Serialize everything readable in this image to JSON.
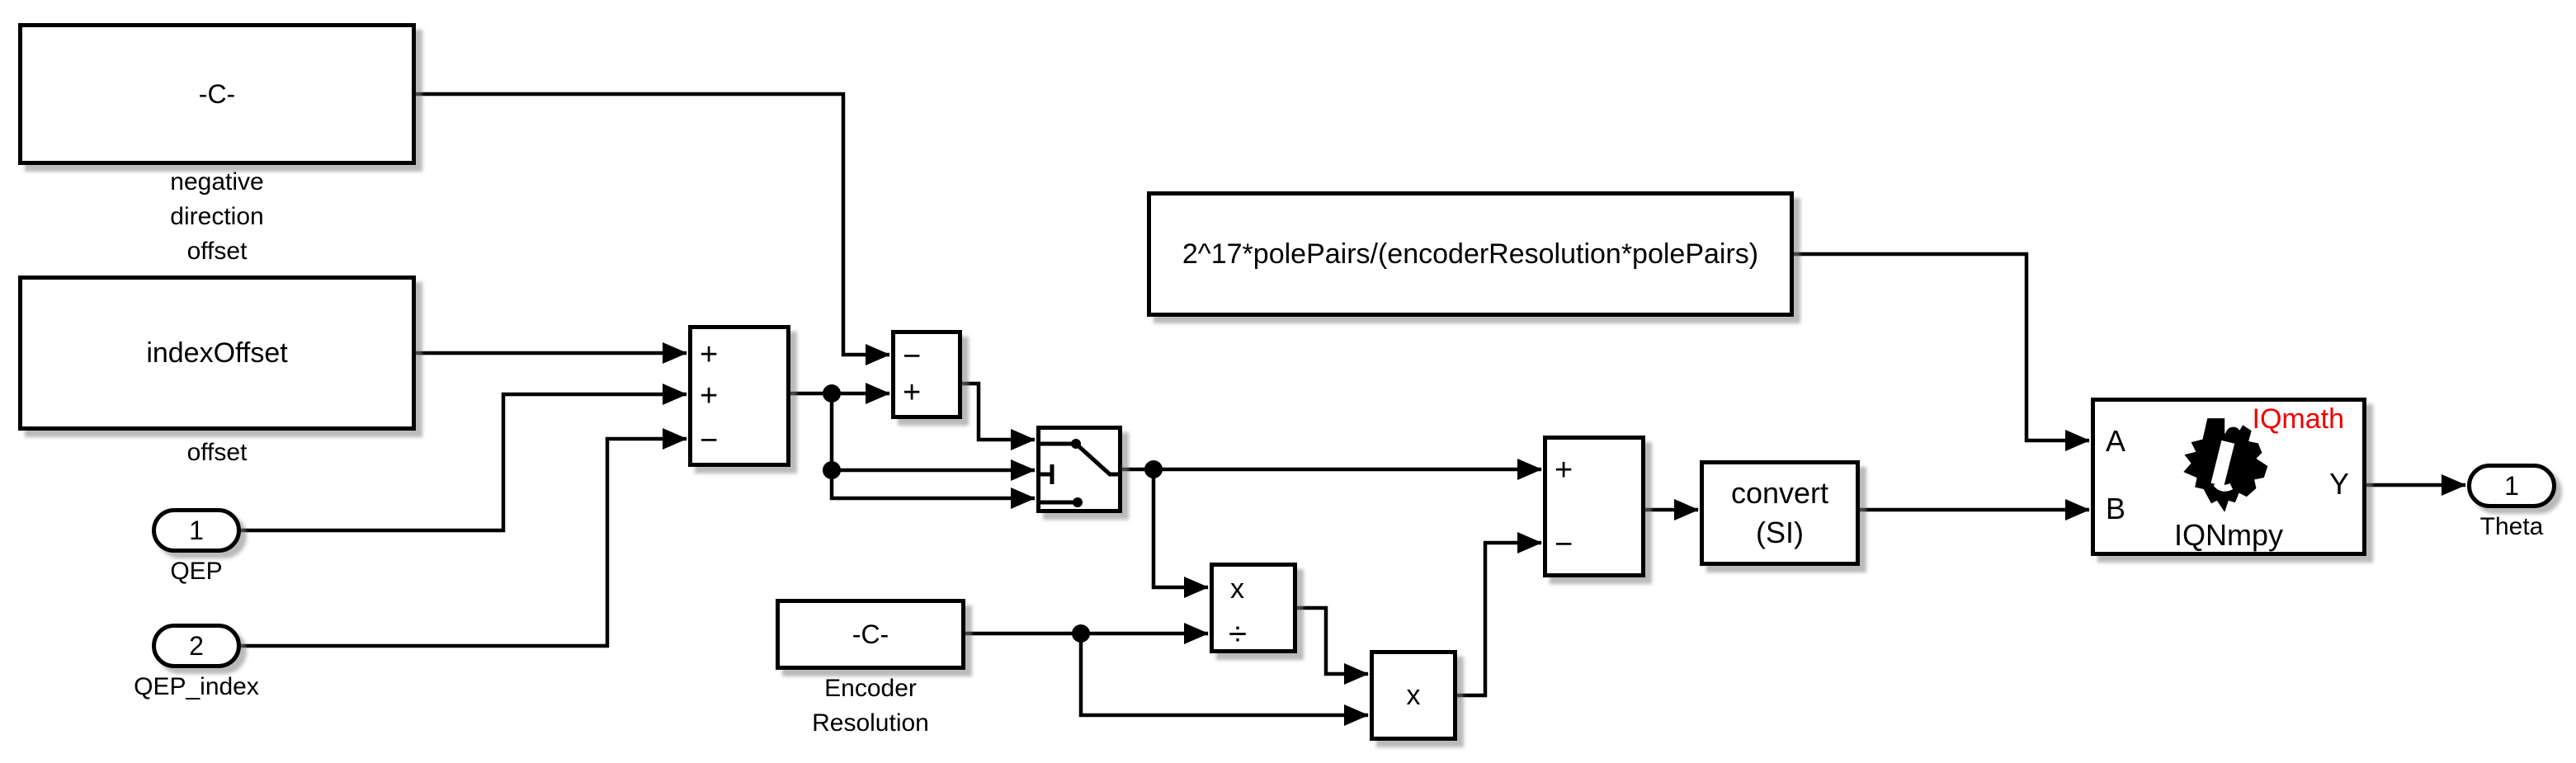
{
  "colors": {
    "line": "#000000",
    "background": "#ffffff",
    "iqmath_red": "#f00000"
  },
  "blocks": {
    "negative_direction_offset": {
      "value": "-C-",
      "label_line1": "negative",
      "label_line2": "direction",
      "label_line3": "offset"
    },
    "index_offset": {
      "value": "indexOffset",
      "label": "offset"
    },
    "inport_qep": {
      "number": "1",
      "label": "QEP"
    },
    "inport_qep_index": {
      "number": "2",
      "label": "QEP_index"
    },
    "sum_offset": {
      "sign1": "+",
      "sign2": "+",
      "sign3": "−"
    },
    "sum_direction": {
      "sign1": "−",
      "sign2": "+"
    },
    "gain_constant": {
      "value": "2^17*polePairs/(encoderResolution*polePairs)"
    },
    "encoder_resolution": {
      "value": "-C-",
      "label_line1": "Encoder",
      "label_line2": "Resolution"
    },
    "divide": {
      "sign1": "x",
      "sign2": "÷"
    },
    "product": {
      "sign": "x"
    },
    "sum_final": {
      "sign1": "+",
      "sign2": "−"
    },
    "convert_si": {
      "line1": "convert",
      "line2": "(SI)"
    },
    "iqnmpy": {
      "badge": "IQmath",
      "port_a": "A",
      "port_b": "B",
      "port_y": "Y",
      "name": "IQNmpy"
    },
    "outport_theta": {
      "number": "1",
      "label": "Theta"
    }
  }
}
